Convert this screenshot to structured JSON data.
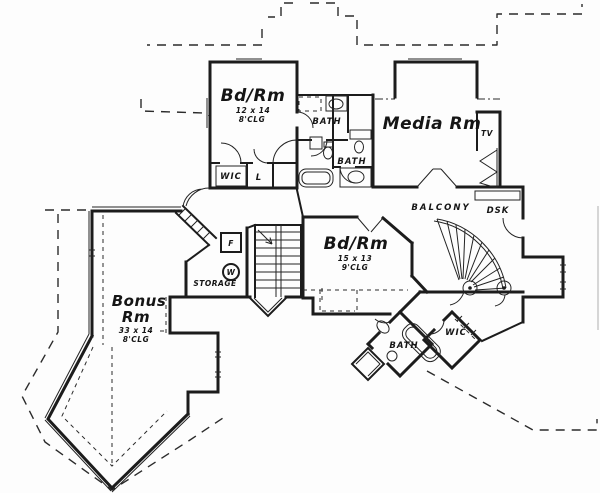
{
  "plan": {
    "colors": {
      "ink": "#1c1c1c",
      "paper": "#fdfdfd"
    },
    "labels": {
      "bedroom1_name": "Bd/Rm",
      "bedroom1_dims": "12 x 14",
      "bedroom1_clg": "8'CLG",
      "bath_top": "BATH",
      "bath_mid": "BATH",
      "media_name": "Media Rm",
      "media_tv": "TV",
      "balcony": "BALCONY",
      "desk": "DSK",
      "bedroom2_name": "Bd/Rm",
      "bedroom2_dims": "15 x 13",
      "bedroom2_clg": "9'CLG",
      "wic_top": "WIC",
      "linen": "L",
      "furnace": "F",
      "washer": "W",
      "storage": "STORAGE",
      "bonus_line1": "Bonus",
      "bonus_line2": "Rm",
      "bonus_dims": "33 x 14",
      "bonus_clg": "8'CLG",
      "bath_bottom": "BATH",
      "wic_bottom": "WIC"
    }
  }
}
